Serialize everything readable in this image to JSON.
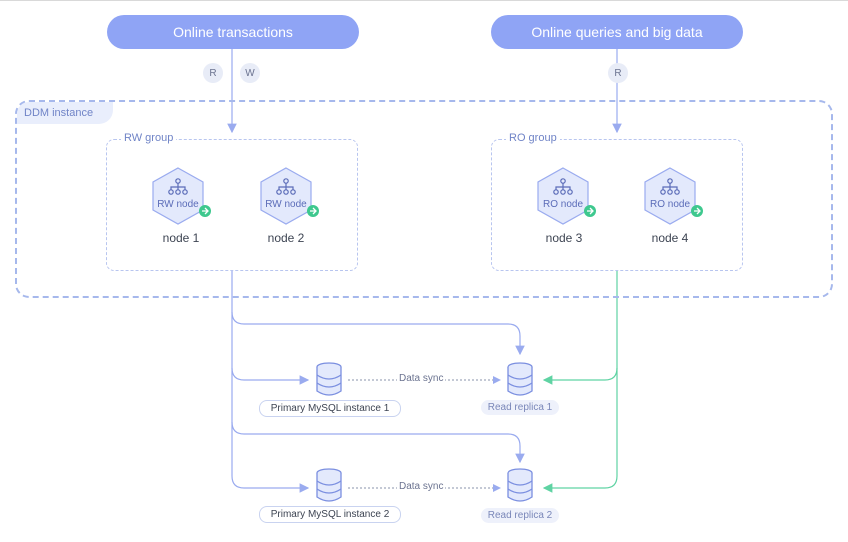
{
  "top_clients": {
    "left": "Online transactions",
    "right": "Online queries and big data"
  },
  "access": {
    "left_read": "R",
    "left_write": "W",
    "right_read": "R"
  },
  "instance": {
    "label": "DDM instance"
  },
  "groups": {
    "rw": {
      "label": "RW group",
      "nodes": [
        {
          "type": "RW node",
          "name": "node 1"
        },
        {
          "type": "RW node",
          "name": "node 2"
        }
      ]
    },
    "ro": {
      "label": "RO group",
      "nodes": [
        {
          "type": "RO node",
          "name": "node 3"
        },
        {
          "type": "RO node",
          "name": "node 4"
        }
      ]
    }
  },
  "storage": {
    "primary_1": "Primary MySQL instance 1",
    "primary_2": "Primary MySQL instance 2",
    "replica_1": "Read replica 1",
    "replica_2": "Read replica 2",
    "sync_1": "Data sync",
    "sync_2": "Data sync"
  },
  "colors": {
    "accent_blue": "#8fa4f5",
    "line_blue": "#9aabef",
    "line_green": "#5fd3a3",
    "node_green": "#3ec88e"
  },
  "icons": [
    "tree-structure-icon",
    "arrow-right-icon",
    "database-icon"
  ]
}
